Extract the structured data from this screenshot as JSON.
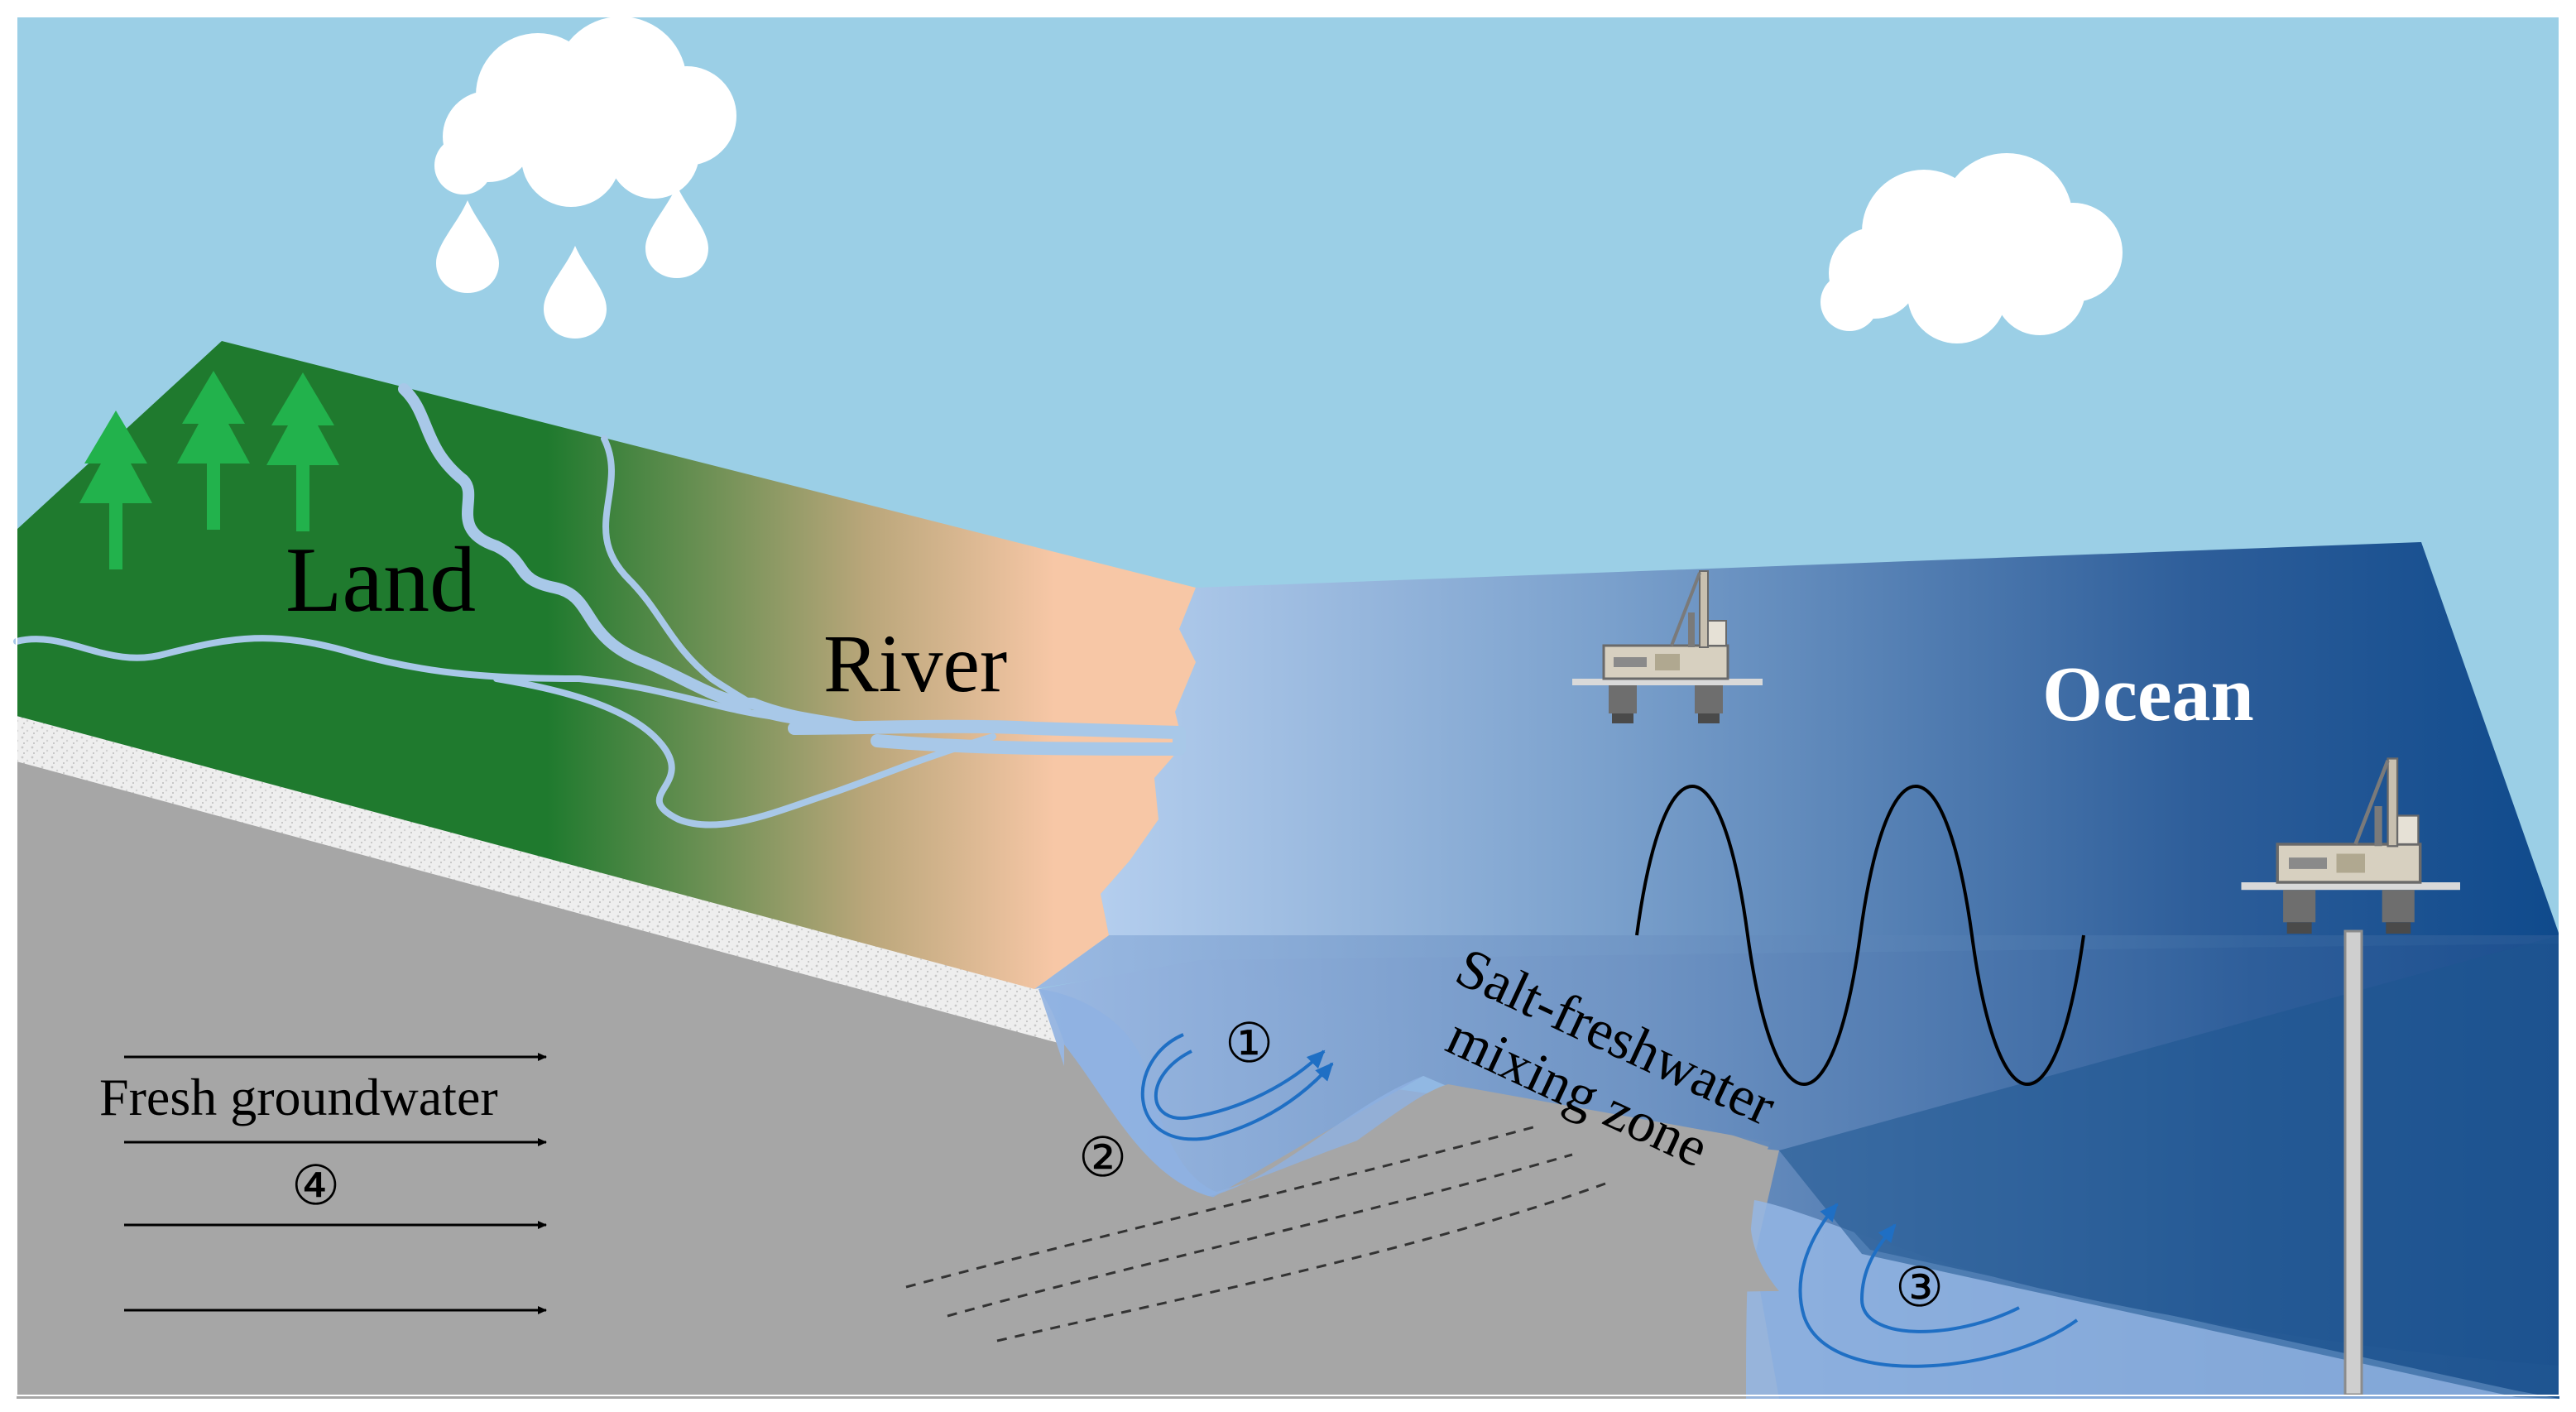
{
  "labels": {
    "land": "Land",
    "river": "River",
    "ocean": "Ocean",
    "mixing_zone_line1": "Salt-freshwater",
    "mixing_zone_line2": "mixing zone",
    "fresh_groundwater": "Fresh groundwater"
  },
  "markers": {
    "m1": "①",
    "m2": "②",
    "m3": "③",
    "m4": "④"
  },
  "colors": {
    "sky": "#9bcfe6",
    "land_green": "#1f7a2e",
    "river_sand": "#f7c7a6",
    "ocean_deep": "#0f4a8c",
    "ocean_light": "#a9c6ea",
    "bedrock": "#a6a6a6",
    "tree": "#22b24c",
    "river_line": "#a8c8e8",
    "flow_arrow": "#1f6fc4"
  },
  "icons": {
    "clouds": "cloud-icon",
    "rain": "raindrop-icon",
    "trees": "tree-icon",
    "platforms": "oil-platform-icon"
  }
}
